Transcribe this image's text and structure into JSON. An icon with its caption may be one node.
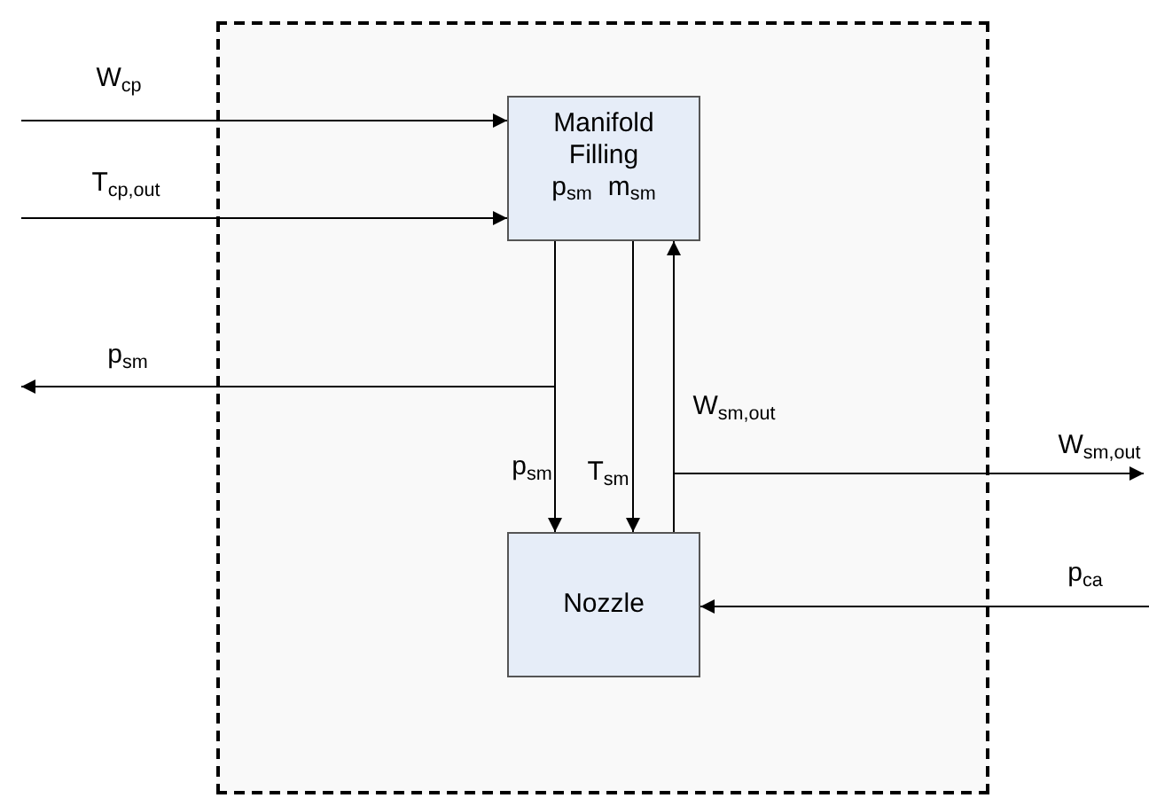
{
  "diagram": {
    "nodes": [
      {
        "text": [],
        "shape": "box"
      },
      {
        "text": [
          "Manifold Filling",
          "p$_{sm}$",
          "m$_{sm}$"
        ],
        "in": 0
      },
      {
        "text": [
          "Nozzle"
        ],
        "in": 0
      }
    ],
    "edges": [
      {
        "from": null,
        "to": 1,
        "arrow": "to",
        "label": "W$_{cp}$"
      },
      {
        "from": null,
        "to": 1,
        "arrow": "to",
        "label": "T$_{cp,out}$"
      },
      {
        "from": 1,
        "to": null,
        "arrow": "to",
        "label": "p$_{sm}$"
      },
      {
        "from": 1,
        "to": 2,
        "arrow": "to",
        "label": "p$_{sm}$"
      },
      {
        "from": 1,
        "to": 2,
        "arrow": "to",
        "label": "T$_{sm}$"
      },
      {
        "from": 2,
        "to": 1,
        "arrow": "to",
        "label": "W$_{sm,out}$"
      },
      {
        "from": 2,
        "to": null,
        "arrow": "to",
        "label": "W$_{sm,out}$"
      },
      {
        "from": null,
        "to": 2,
        "arrow": "to",
        "label": "p$_{ca}$"
      }
    ]
  }
}
